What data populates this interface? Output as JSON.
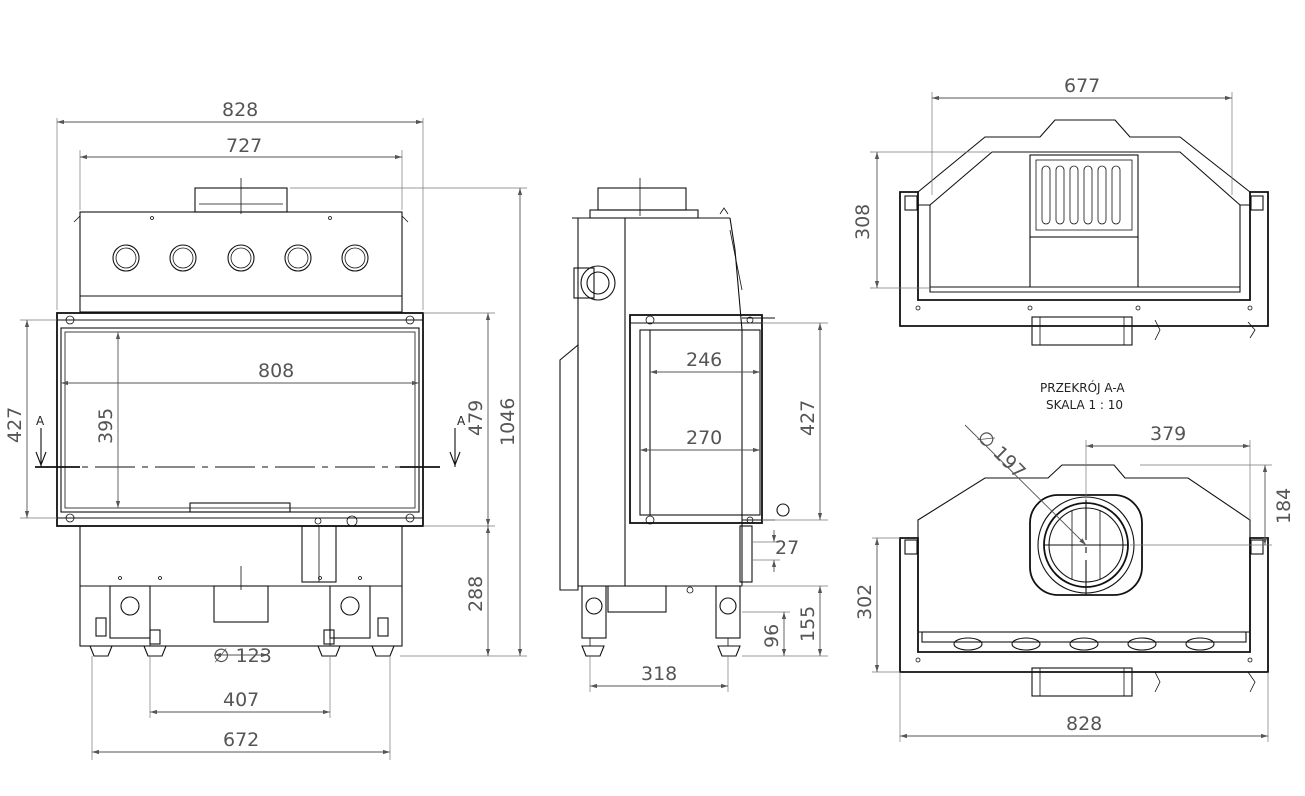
{
  "front_view": {
    "dims": {
      "w828": "828",
      "w727": "727",
      "w808": "808",
      "h427": "427",
      "h395": "395",
      "h479": "479",
      "h1046": "1046",
      "h288": "288",
      "d123": "∅ 123",
      "w407": "407",
      "w672": "672"
    },
    "section_mark": "A"
  },
  "side_view": {
    "dims": {
      "d246": "246",
      "d270": "270",
      "h427": "427",
      "h27": "27",
      "h155": "155",
      "h96": "96",
      "w318": "318"
    }
  },
  "top_view": {
    "dims": {
      "w677": "677",
      "h308": "308"
    }
  },
  "section_view": {
    "caption_line1": "PRZEKRÓJ A-A",
    "caption_line2": "SKALA 1 : 10",
    "dims": {
      "d197": "∅ 197",
      "w379": "379",
      "h184": "184",
      "h302": "302",
      "w828": "828"
    }
  },
  "colors": {
    "line": "#111111",
    "dimension": "#555555",
    "background": "#ffffff"
  }
}
